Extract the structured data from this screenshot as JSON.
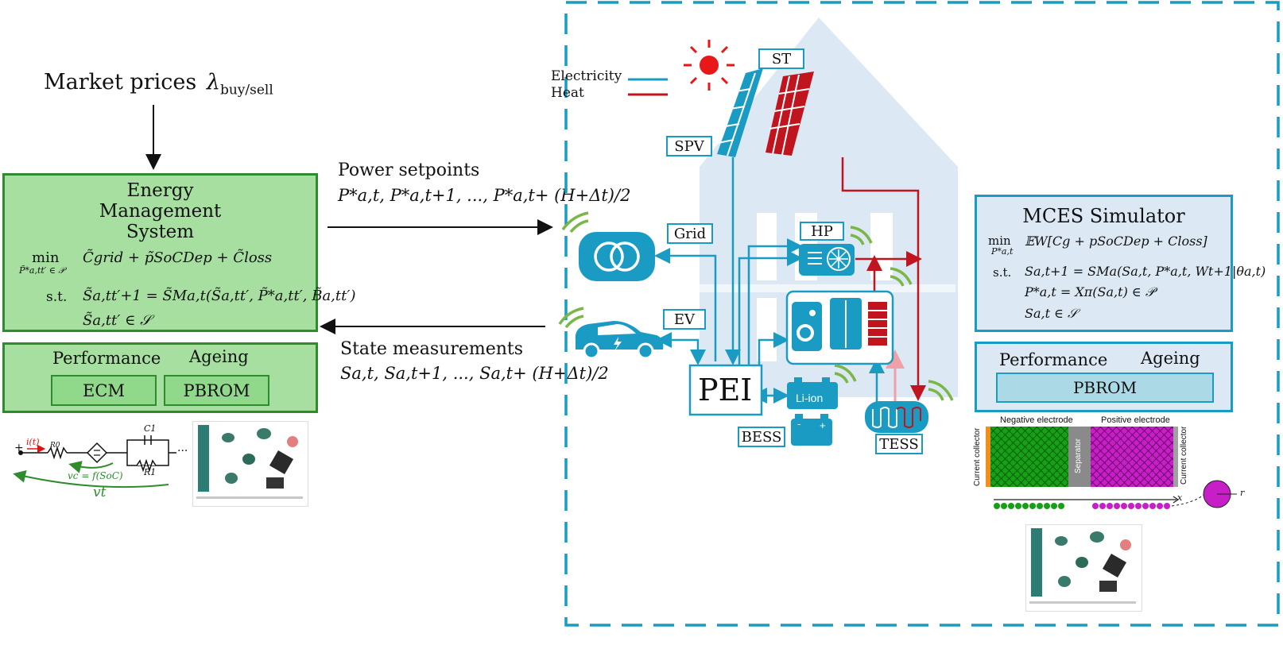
{
  "colors": {
    "ems_fill": "#a6dfa0",
    "ems_border": "#2e8b2e",
    "sim_fill": "#dce9f5",
    "sim_border": "#1a9bc4",
    "electricity": "#1a9bc4",
    "heat": "#c0141e",
    "wifi": "#7ab648",
    "house": "#dce8f4"
  },
  "market": {
    "text": "Market prices",
    "symbol": "λ",
    "subscript": "buy/sell"
  },
  "ems": {
    "title_l1": "Energy",
    "title_l2": "Management",
    "title_l3": "System",
    "min_label": "min",
    "min_sub": "P̃*a,tt′ ∈ 𝒫",
    "objective": "C̃grid + p̃SoCDep + C̃loss",
    "st_label": "s.t.",
    "constraint1": "S̃a,tt′+1 = S̃Ma,t(S̃a,tt′, P̃*a,tt′, B̃a,tt′)",
    "constraint2": "S̃a,tt′ ∈ 𝒮",
    "performance": "Performance",
    "ageing": "Ageing",
    "ecm": "ECM",
    "pbrom": "PBROM"
  },
  "ecm_circuit": {
    "plus": "+",
    "current": "i(t)",
    "r0": "R0",
    "c1": "C1",
    "r1": "R1",
    "dots": "···",
    "vc": "vc = f(SoC)",
    "vt": "vt"
  },
  "arrows": {
    "setpoints_title": "Power setpoints",
    "setpoints_math": "P*a,t, P*a,t+1, ..., P*a,t+ (H+Δt)/2",
    "measure_title": "State measurements",
    "measure_math": "Sa,t, Sa,t+1, ..., Sa,t+ (H+Δt)/2"
  },
  "legend": {
    "electricity": "Electricity",
    "heat": "Heat"
  },
  "components": {
    "st": "ST",
    "spv": "SPV",
    "grid": "Grid",
    "hp": "HP",
    "ev": "EV",
    "pei": "PEI",
    "bess": "BESS",
    "tess": "TESS",
    "li_ion": "Li-ion"
  },
  "sim": {
    "title": "MCES Simulator",
    "min_label": "min",
    "min_sub": "P*a,t",
    "objective": "𝔼W[Cg + pSoCDep + Closs]",
    "st_label": "s.t.",
    "constraint1": "Sa,t+1 = SMa(Sa,t, P*a,t, Wt+1|θa,t)",
    "constraint2": "P*a,t = Xπ(Sa,t) ∈ 𝒫",
    "constraint3": "Sa,t ∈ 𝒮",
    "performance": "Performance",
    "ageing": "Ageing",
    "pbrom": "PBROM"
  },
  "electrode": {
    "negative": "Negative electrode",
    "positive": "Positive electrode",
    "separator": "Separator",
    "collector_left": "Current collector",
    "collector_right": "Current collector",
    "x_axis": "x",
    "r_axis": "r"
  }
}
